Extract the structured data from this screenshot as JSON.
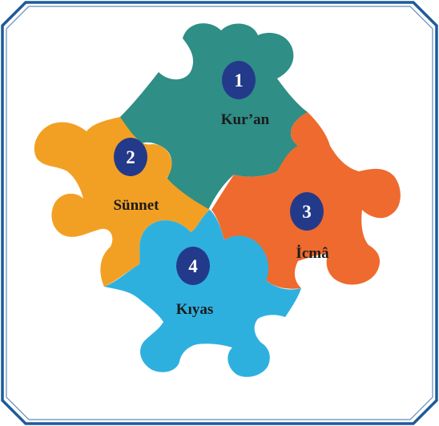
{
  "frame": {
    "border_color": "#1e5a9c"
  },
  "pieces": [
    {
      "id": "kuran",
      "number": "1",
      "label": "Kur’an",
      "color": "#2f8e86",
      "badge_color": "#233a8a"
    },
    {
      "id": "sunnet",
      "number": "2",
      "label": "Sünnet",
      "color": "#f2a024",
      "badge_color": "#233a8a"
    },
    {
      "id": "icma",
      "number": "3",
      "label": "İcmâ",
      "color": "#ee6a2e",
      "badge_color": "#233a8a"
    },
    {
      "id": "kiyas",
      "number": "4",
      "label": "Kıyas",
      "color": "#2eb0df",
      "badge_color": "#233a8a"
    }
  ]
}
